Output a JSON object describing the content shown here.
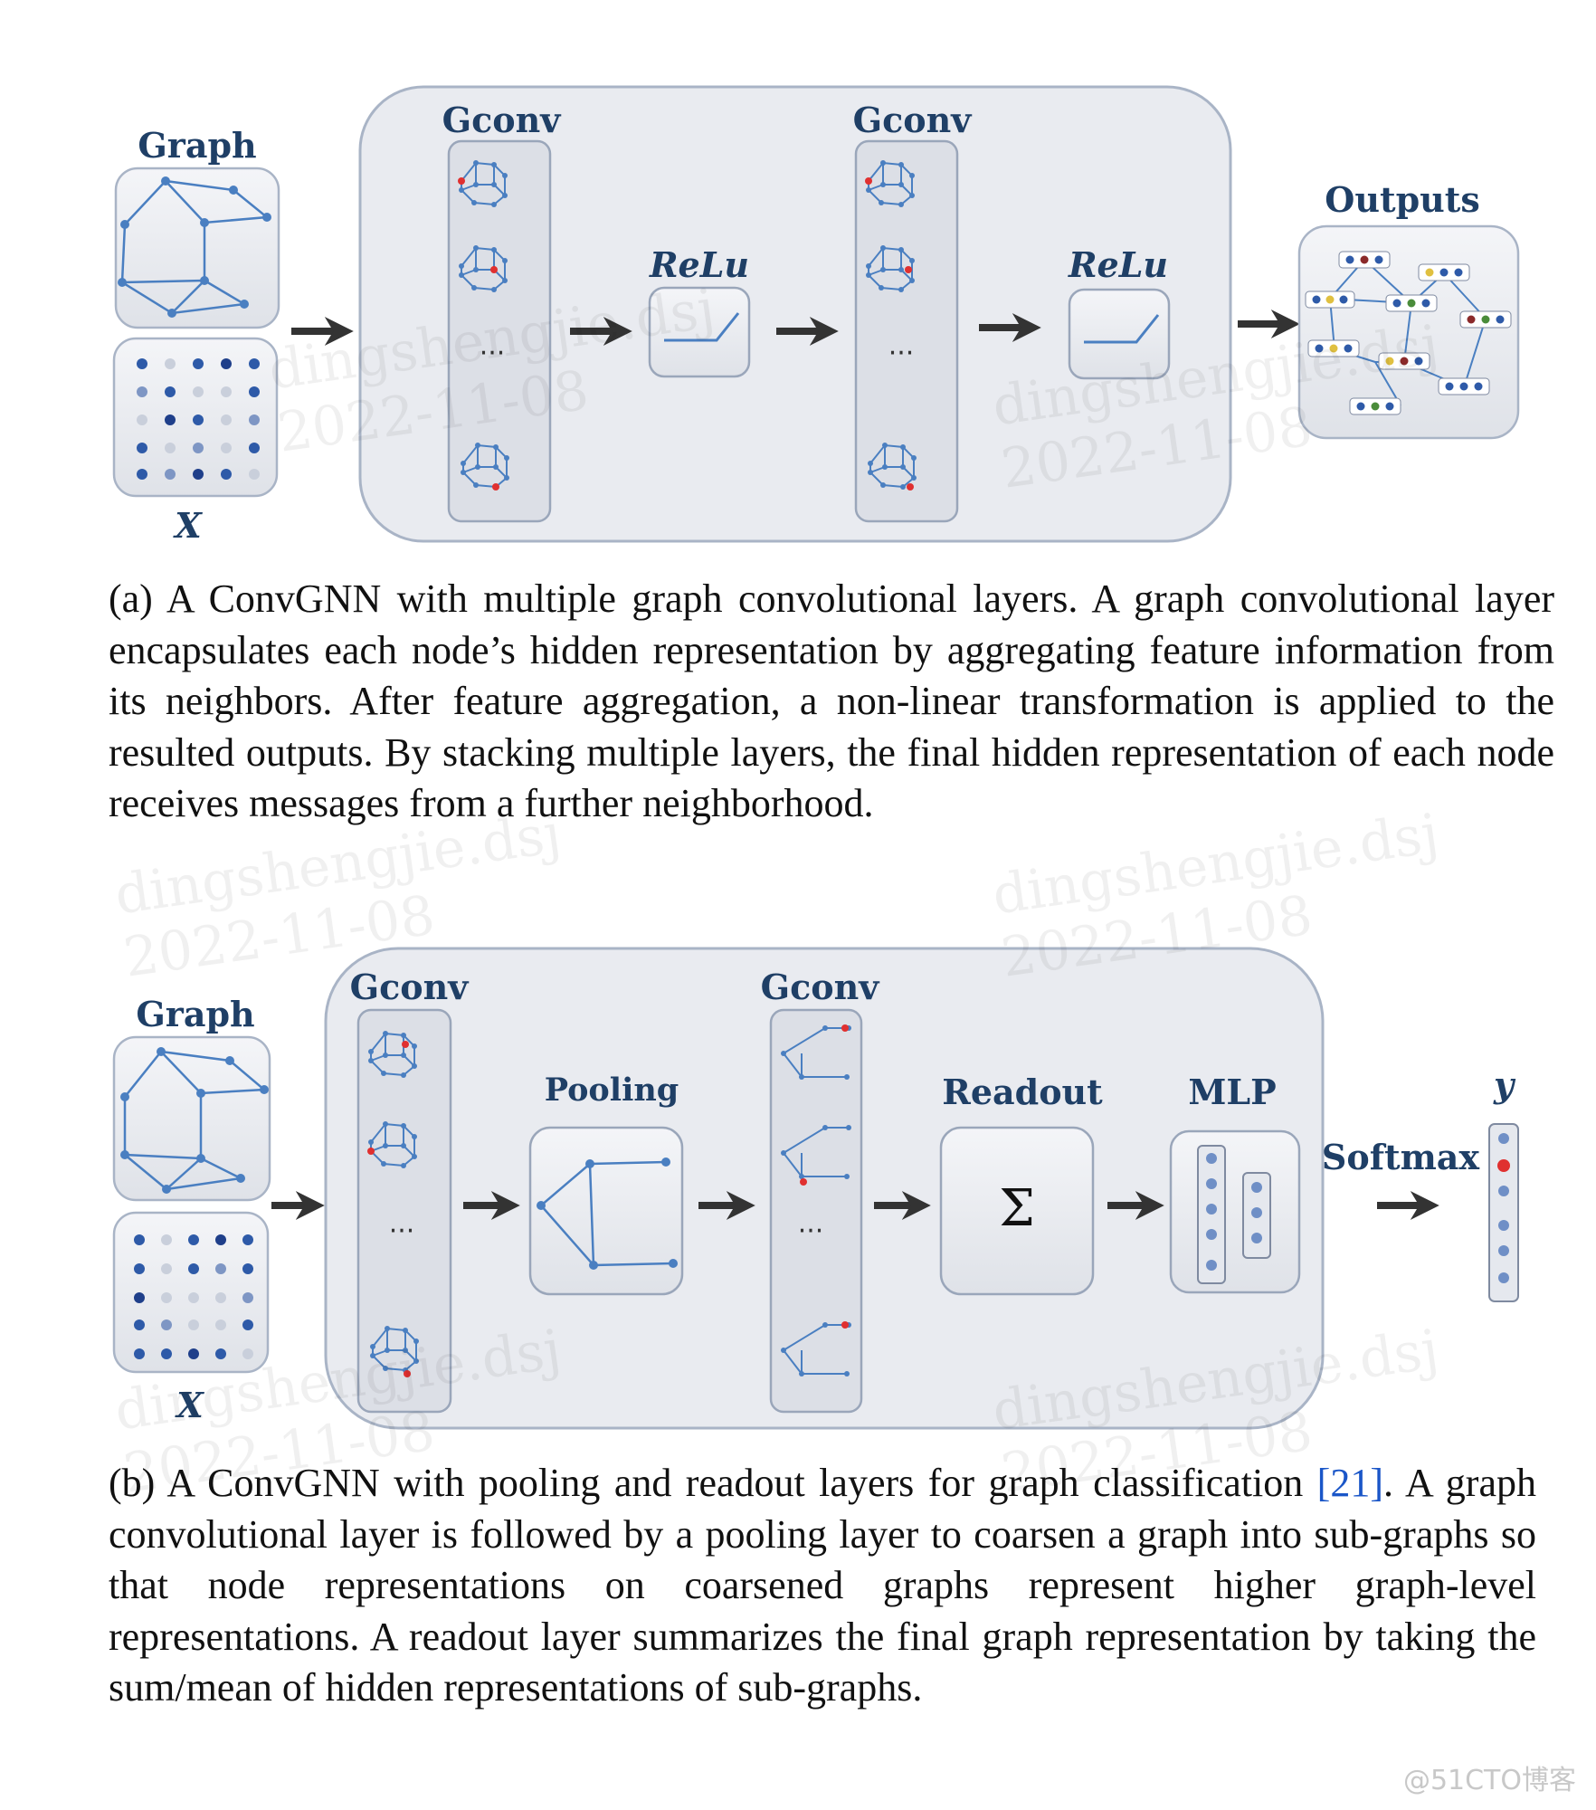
{
  "figure_a": {
    "graph_label": "Graph",
    "x_label": "X",
    "gconv1_label": "Gconv",
    "relu1_label": "ReLu",
    "gconv2_label": "Gconv",
    "relu2_label": "ReLu",
    "outputs_label": "Outputs",
    "ellipsis": "···",
    "caption": "(a) A ConvGNN with multiple graph convolutional layers. A graph convolutional layer encapsulates each node’s hidden representation by aggregating feature information from its neighbors. After feature aggregation, a non-linear transformation is applied to the resulted outputs. By stacking multiple layers, the final hidden representation of each node receives messages from a further neighborhood."
  },
  "figure_b": {
    "graph_label": "Graph",
    "x_label": "X",
    "gconv1_label": "Gconv",
    "pooling_label": "Pooling",
    "gconv2_label": "Gconv",
    "readout_label": "Readout",
    "readout_symbol": "Σ",
    "mlp_label": "MLP",
    "softmax_label": "Softmax",
    "y_label": "y",
    "ellipsis": "···",
    "caption_prefix": "(b) A ConvGNN with pooling and readout layers for graph classification ",
    "citation": "[21]",
    "caption_suffix": ". A graph convolutional layer is followed by a pooling layer to coarsen a graph into sub-graphs so that node representations on coarsened graphs represent higher graph-level representations. A readout layer summarizes the final graph representation by taking the sum/mean of hidden representations of sub-graphs."
  },
  "watermark": {
    "text": "dingshengjie.dsj",
    "date": "2022-11-08"
  },
  "credit": "@51CTO博客",
  "colors": {
    "label": "#1f3f66",
    "node_blue": "#4a7fc1",
    "node_red": "#e03030",
    "panel_fill": "#e9ebf0",
    "panel_stroke": "#a9b4c6",
    "citation": "#1a56c8"
  }
}
